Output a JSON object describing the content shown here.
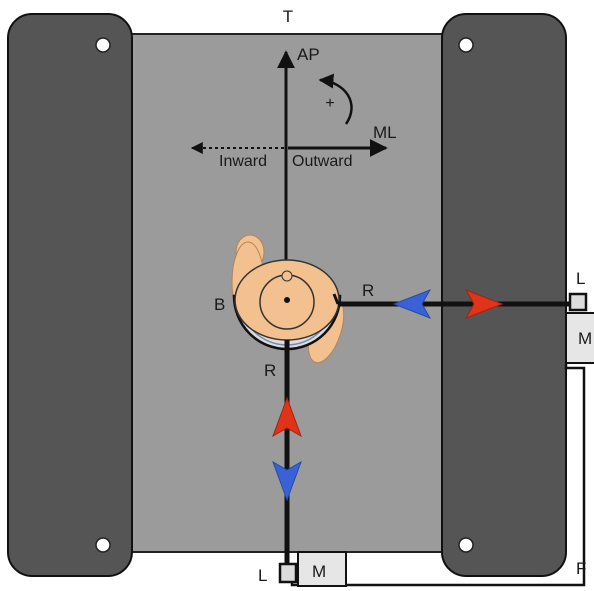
{
  "labels": {
    "top": "T",
    "ap": "AP",
    "rotation": "+",
    "ml": "ML",
    "inward": "Inward",
    "outward": "Outward",
    "body": "B",
    "rope_right": "R",
    "rope_bottom": "R",
    "load_right": "L",
    "motor_right": "M",
    "load_bottom": "L",
    "motor_bottom": "M",
    "frame": "F"
  },
  "colors": {
    "platform": "#9b9b9b",
    "side_panel": "#555555",
    "skin": "#f2c18f",
    "harness": "#dcdcdc",
    "box": "#e6e6e6",
    "line": "#111111"
  },
  "icons": {
    "rotation": "curved-arrow-icon",
    "force_arrow": "gradient-double-arrow-icon"
  }
}
